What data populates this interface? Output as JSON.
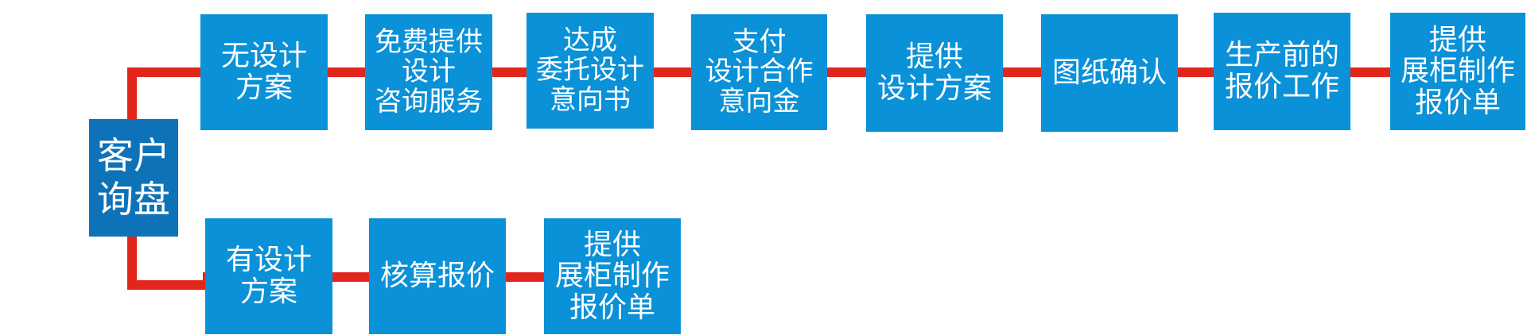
{
  "colors": {
    "box": "#0a91d8",
    "start_box": "#0e72b8",
    "connector": "#e3261c",
    "text": "#ffffff"
  },
  "start": {
    "label": "客户\n询盘"
  },
  "top_row": [
    {
      "label": "无设计\n方案"
    },
    {
      "label": "免费提供\n设计\n咨询服务"
    },
    {
      "label": "达成\n委托设计\n意向书"
    },
    {
      "label": "支付\n设计合作\n意向金"
    },
    {
      "label": "提供\n设计方案"
    },
    {
      "label": "图纸确认"
    },
    {
      "label": "生产前的\n报价工作"
    },
    {
      "label": "提供\n展柜制作\n报价单"
    }
  ],
  "bottom_row": [
    {
      "label": "有设计\n方案"
    },
    {
      "label": "核算报价"
    },
    {
      "label": "提供\n展柜制作\n报价单"
    }
  ]
}
